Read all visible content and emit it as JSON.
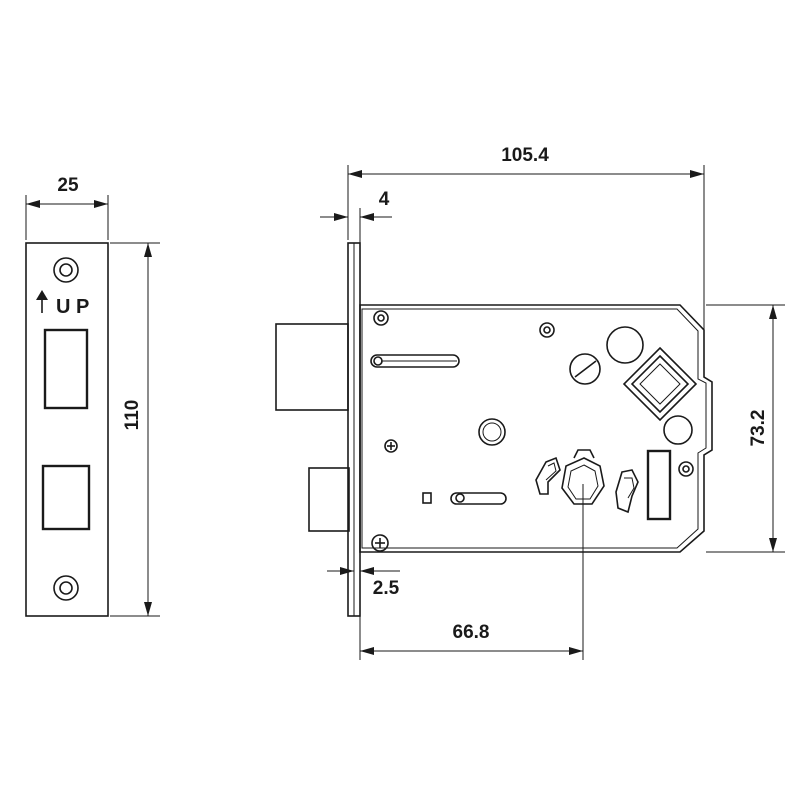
{
  "dimensions": {
    "faceplate_width": "25",
    "faceplate_height": "110",
    "overall_length": "105.4",
    "forend_thickness": "4",
    "forend_offset": "2.5",
    "backset": "66.8",
    "case_height": "73.2"
  },
  "faceplate": {
    "marking_letters": "U P"
  }
}
